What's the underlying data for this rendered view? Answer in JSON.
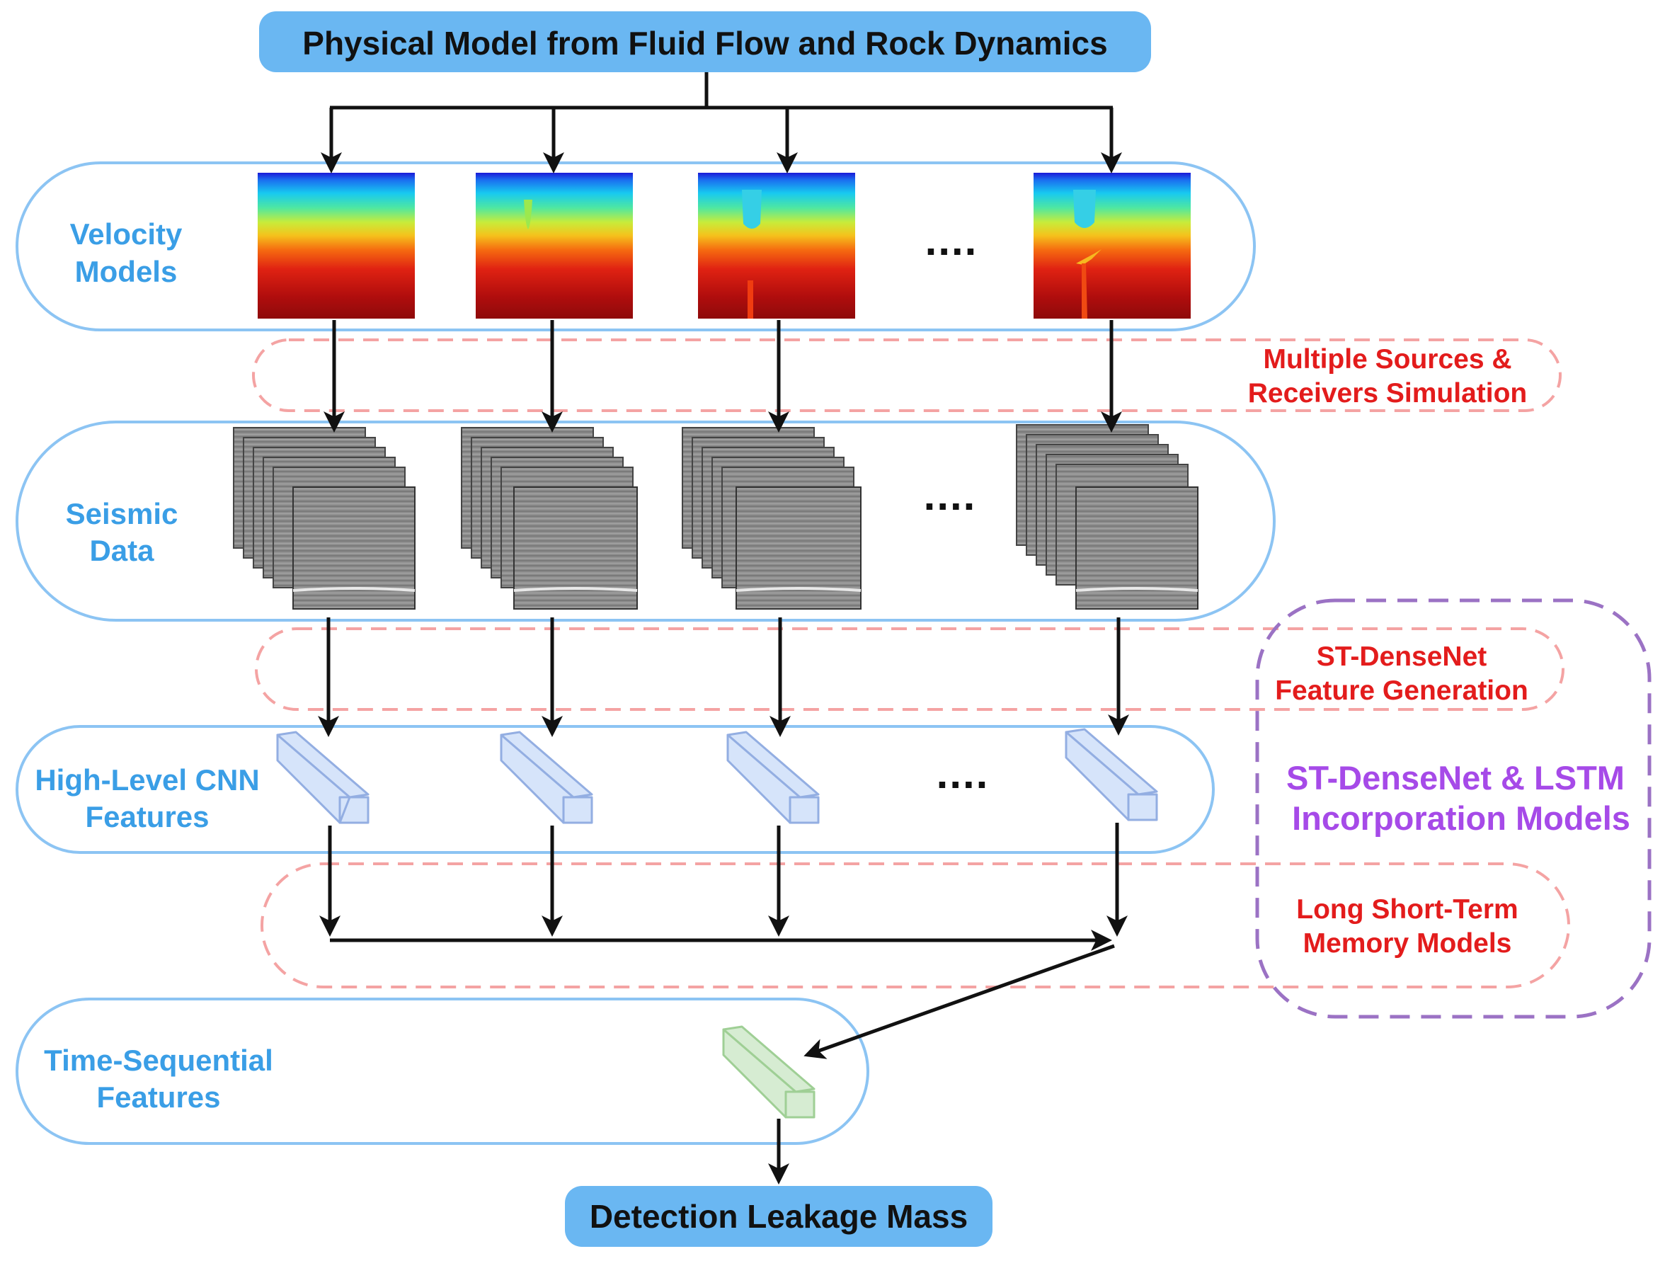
{
  "top_node": {
    "label": "Physical Model from Fluid Flow and Rock Dynamics"
  },
  "bottom_node": {
    "label": "Detection Leakage Mass"
  },
  "rows": [
    {
      "id": "velocity",
      "label_line1": "Velocity",
      "label_line2": "Models"
    },
    {
      "id": "seismic",
      "label_line1": "Seismic",
      "label_line2": "Data"
    },
    {
      "id": "cnn",
      "label_line1": "High-Level CNN",
      "label_line2": "Features"
    },
    {
      "id": "time",
      "label_line1": "Time-Sequential",
      "label_line2": "Features"
    }
  ],
  "processes": [
    {
      "id": "simulation",
      "line1": "Multiple Sources &",
      "line2": "Receivers Simulation"
    },
    {
      "id": "densenet",
      "line1": "ST-DenseNet",
      "line2": "Feature Generation"
    },
    {
      "id": "lstm",
      "line1": "Long Short-Term",
      "line2": "Memory Models"
    }
  ],
  "group": {
    "line1": "ST-DenseNet & LSTM",
    "line2": "Incorporation Models"
  },
  "ellipsis": "....",
  "colors": {
    "node_fill": "#6ab7f2",
    "row_border": "#8cc4f3",
    "process_border": "#f4a3a3",
    "group_border": "#9b72c4",
    "cnn_block": "#d6e4fa",
    "time_block": "#d6ecd2"
  }
}
